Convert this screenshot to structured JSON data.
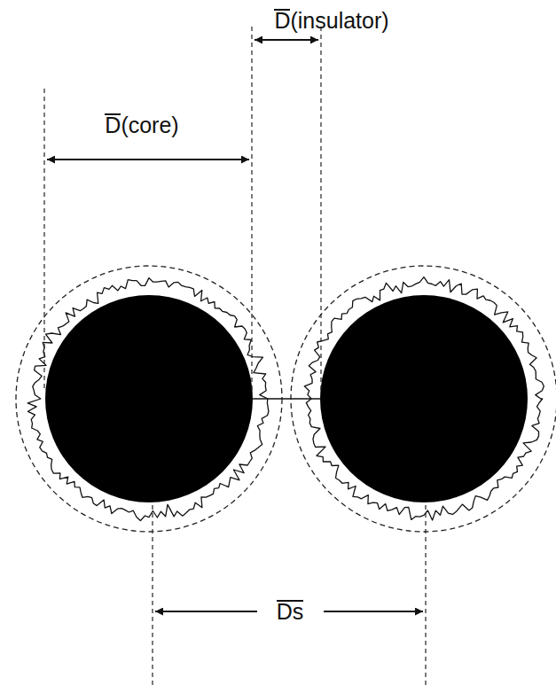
{
  "diagram": {
    "labels": [
      "D(insulator)",
      "D(core)",
      "Ds"
    ]
  }
}
